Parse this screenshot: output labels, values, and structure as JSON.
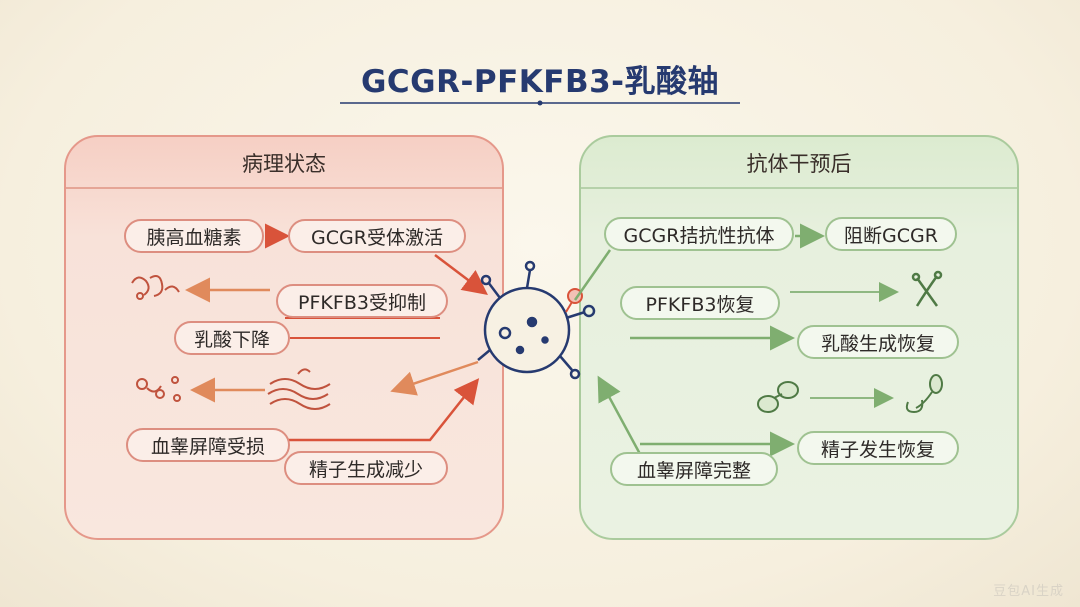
{
  "title": "GCGR-PFKFB3-乳酸轴",
  "left_panel": {
    "heading": "病理状态",
    "nodes": [
      "胰高血糖素",
      "GCGR受体激活",
      "PFKFB3受抑制",
      "乳酸下降",
      "血睾屏障受损",
      "精子生成减少"
    ]
  },
  "right_panel": {
    "heading": "抗体干预后",
    "nodes": [
      "GCGR拮抗性抗体",
      "阻断GCGR",
      "PFKFB3恢复",
      "乳酸生成恢复",
      "精子发生恢复",
      "血睾屏障完整"
    ]
  },
  "icons": [
    "broken-sperm-icon",
    "scattered-sperm-icon",
    "wavy-tissue-icon",
    "cell-receptor-icon",
    "x-mark-icon",
    "sperm-cells-icon",
    "healthy-sperm-icon"
  ],
  "colors": {
    "title": "#263a70",
    "left_accent": "#d9533a",
    "right_accent": "#8fb882"
  },
  "watermark": "豆包AI生成"
}
